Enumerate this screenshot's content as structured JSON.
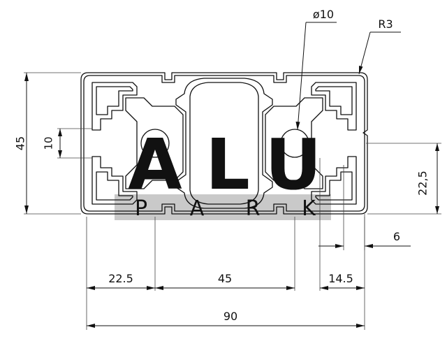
{
  "watermark": {
    "brand": "ALU",
    "brand_letters": [
      "A",
      "L",
      "U"
    ],
    "subtitle": "PARK",
    "subtitle_letters": [
      "P",
      "A",
      "R",
      "K"
    ],
    "colors": {
      "brand": "#bcd4ee",
      "band": "#c9c9c9",
      "subtitle": "#ffffff"
    }
  },
  "dimensions": {
    "height": "45",
    "slot_opening": "10",
    "offset_half_height": "22,5",
    "slot_width": "6",
    "first_slot": "22.5",
    "slot_pitch": "45",
    "edge_to_slot": "14.5",
    "total_width": "90",
    "bore_diameter": "ø10",
    "corner_radius": "R3"
  },
  "colors": {
    "line": "#111111"
  }
}
